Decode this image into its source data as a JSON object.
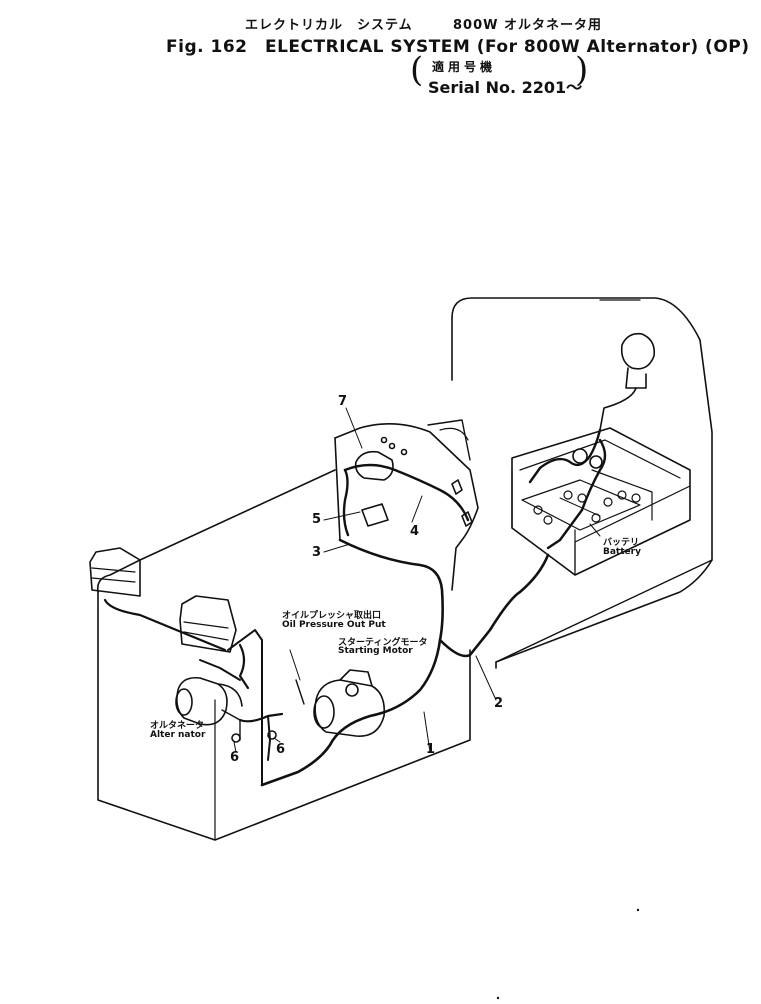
{
  "header": {
    "jp_title_1": "エレクトリカル　システム",
    "jp_title_2": "800W オルタネータ用",
    "fig_title": "Fig. 162　ELECTRICAL SYSTEM (For 800W Alternator) (OP)",
    "jp_serial": "適用号機",
    "serial": "Serial No. 2201～"
  },
  "labels": {
    "oil_pressure_jp": "オイルプレッシャ取出口",
    "oil_pressure_en": "Oil Pressure Out Put",
    "starting_motor_jp": "スターティングモータ",
    "starting_motor_en": "Starting Motor",
    "alternator_jp": "オルタネータ",
    "alternator_en": "Alter nator",
    "battery_jp": "バッテリ",
    "battery_en": "Battery"
  },
  "callouts": [
    "7",
    "5",
    "3",
    "4",
    "2",
    "1",
    "6",
    "6"
  ]
}
